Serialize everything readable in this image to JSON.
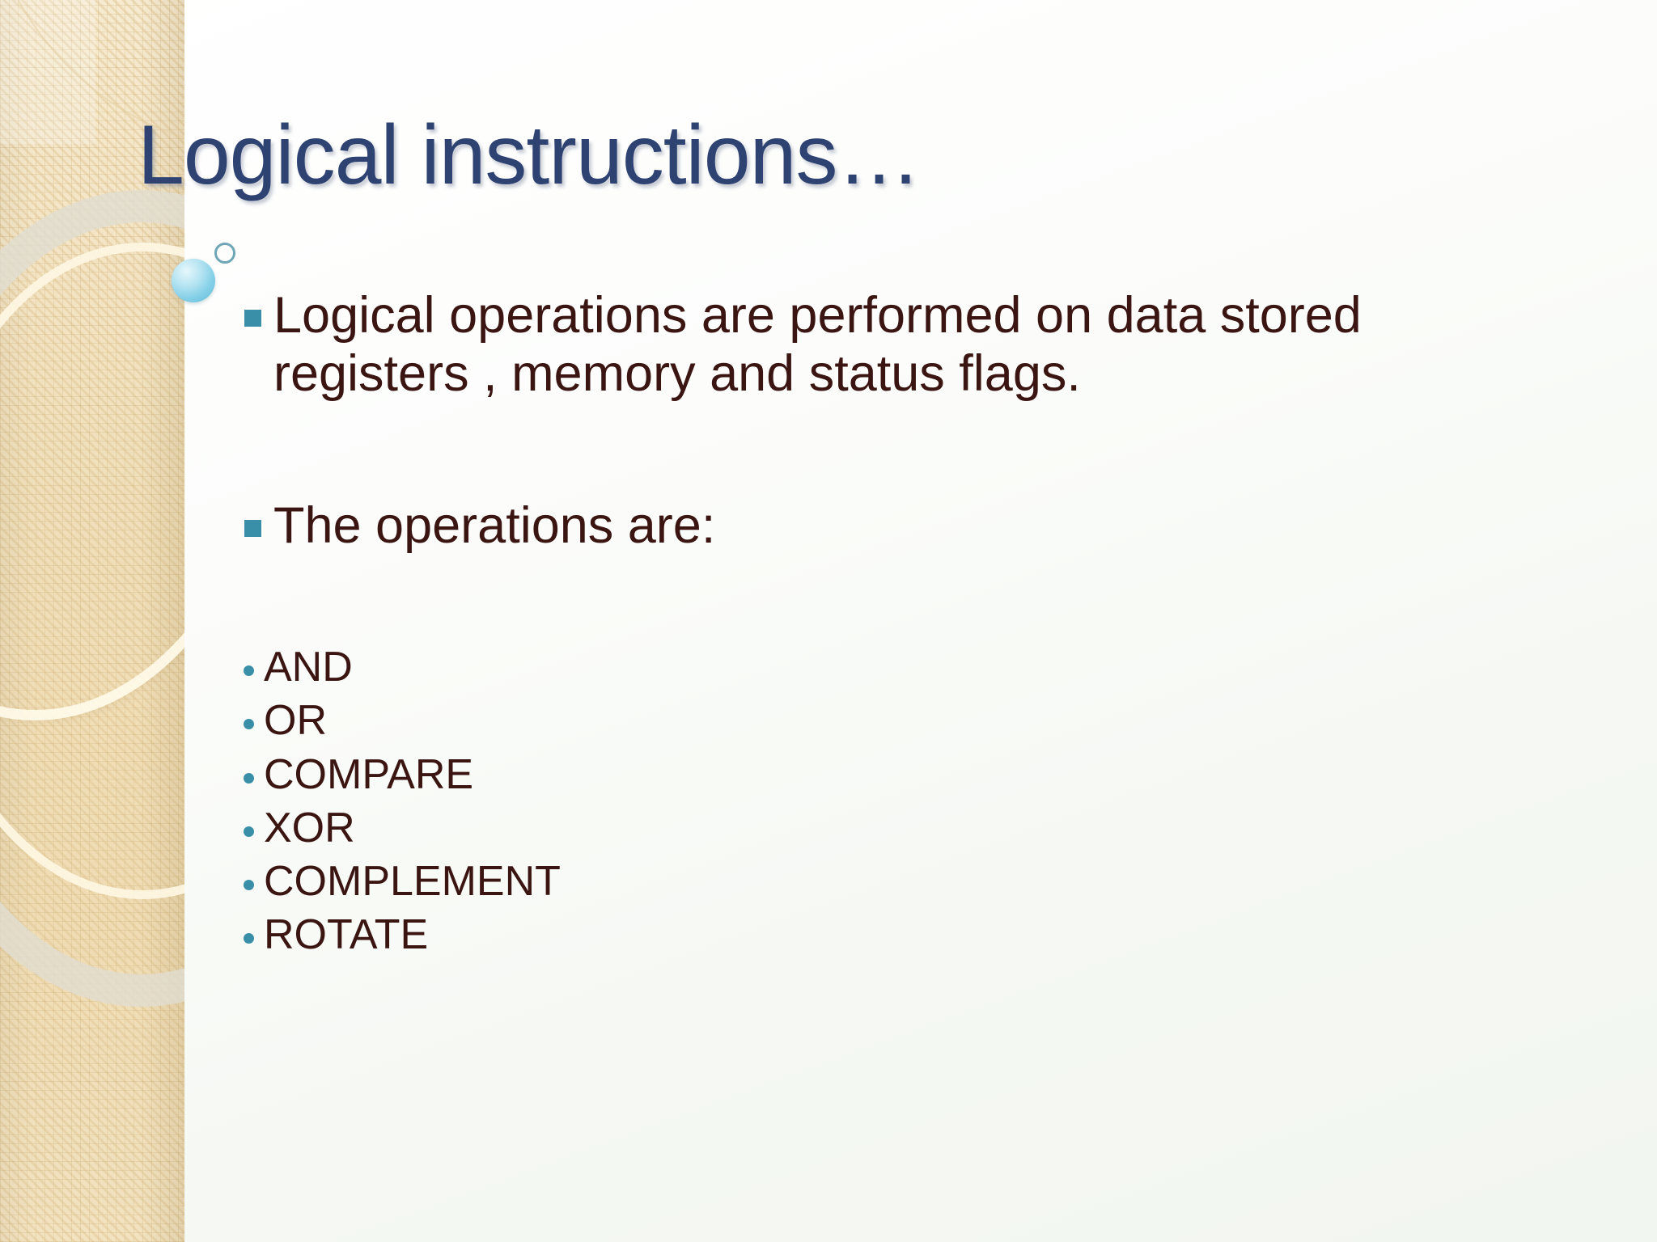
{
  "slide": {
    "title": "Logical instructions…",
    "title_color": "#2f4372",
    "body_color": "#3b1512",
    "bullet_color": "#3a8fa8",
    "band_color": "#f0dfba",
    "background_color": "#fbfdfa"
  },
  "body": {
    "paragraphs": [
      {
        "bullet": "square-bullet",
        "text": "Logical operations are performed on data stored registers , memory and status flags."
      },
      {
        "bullet": "square-bullet",
        "text": "The operations are:"
      }
    ],
    "operations": [
      {
        "bullet": "dot-bullet",
        "label": "AND"
      },
      {
        "bullet": "dot-bullet",
        "label": "OR"
      },
      {
        "bullet": "dot-bullet",
        "label": "COMPARE"
      },
      {
        "bullet": "dot-bullet",
        "label": "XOR"
      },
      {
        "bullet": "dot-bullet",
        "label": "COMPLEMENT"
      },
      {
        "bullet": "dot-bullet",
        "label": "ROTATE"
      }
    ]
  },
  "decoration": {
    "bubble_ring": "circle-outline-icon",
    "bubble_sphere": "circle-sphere-icon",
    "arc_outer": "arc-ring-icon",
    "arc_inner": "arc-ring-icon"
  }
}
